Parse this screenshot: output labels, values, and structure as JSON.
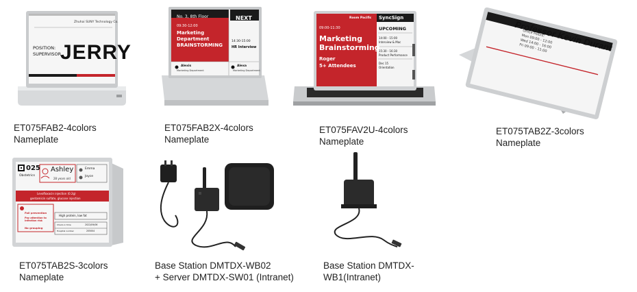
{
  "products": [
    {
      "caption_line1": "ET075FAB2-4colors",
      "caption_line2": "Nameplate",
      "screen": {
        "company": "Zhuhai SUNY Technology Co.",
        "position_label": "POSITION:",
        "position_value": "SUPERVISOR",
        "name": "JERRY"
      }
    },
    {
      "caption_line1": "ET075FAB2X-4colors",
      "caption_line2": "Nameplate",
      "screen": {
        "room": "No. 3, 8th Floor",
        "next_label": "NEXT",
        "time_main": "09:30-12:00",
        "event_line1": "Marketing",
        "event_line2": "Department",
        "event_line3": "BRAINSTORMING",
        "next_time": "14:30-15:00",
        "next_event": "HR Interview",
        "person_left": "Alexis",
        "person_left_dept": "Marketing Department",
        "person_right": "Alexa",
        "person_right_dept": "Marketing Department"
      }
    },
    {
      "caption_line1": "ET075FAV2U-4colors",
      "caption_line2": "Nameplate",
      "screen": {
        "room": "Room Pacific",
        "brand": "SyncSign",
        "time_main": "09:00-11:30",
        "upcoming_label": "UPCOMING",
        "event_line1": "Marketing",
        "event_line2": "Brainstorming",
        "organizer": "Roger",
        "attendees": "5+ Attendees",
        "upcoming": [
          {
            "time": "14:00 - 15:00",
            "title": "Interview & Mac"
          },
          {
            "time": "15:30 - 16:30",
            "title": "Product Performance"
          },
          {
            "time": "Dec 15",
            "title": "Orientation"
          }
        ]
      }
    },
    {
      "caption_line1": "ET075TAB2Z-3colors",
      "caption_line2": "Nameplate",
      "screen": {
        "room": "Room #233",
        "name": "Professor Kevin Durant",
        "hours_label": "Office Hours:",
        "hours": [
          "Mon 09:00 - 12:00",
          "Wed 14:00 - 16:00",
          "Fri 09:00 - 11:00"
        ]
      }
    },
    {
      "caption_line1": "ET075TAB2S-3colors",
      "caption_line2": "Nameplate",
      "screen": {
        "bed": "025",
        "ward": "Obstetrics",
        "patient": "Ashley",
        "age": "28 years old",
        "nurse_1": "Emma",
        "nurse_2": "Joyce",
        "red_line1": "Levofloxacin injection (0.2g)",
        "red_line2": "gentamicin sulfate, glucose injection",
        "warn_1": "Fall prevention",
        "warn_2": "Pay attention to infection risk",
        "warn_3": "No grouping",
        "diet": "High protein, low fat",
        "checkin_label": "Check-in time",
        "checkin_value": "2022/09/06",
        "hospital_label": "Hospital number",
        "hospital_value": "205004"
      }
    },
    {
      "caption_line1": "Base Station DMTDX-WB02",
      "caption_line2": "+ Server DMTDX-SW01 (Intranet)"
    },
    {
      "caption_line1": "Base Station DMTDX-",
      "caption_line2": "WB1(Intranet)"
    }
  ],
  "colors": {
    "accent_red": "#c4252b",
    "screen_black": "#1a1a1a",
    "silver": "#d4d6d8",
    "device_dark": "#2b2b2b"
  }
}
